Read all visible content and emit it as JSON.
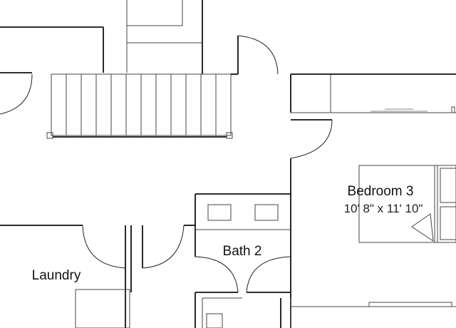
{
  "rooms": {
    "bedroom3": {
      "name": "Bedroom 3",
      "dimensions": "10' 8\" x 11' 10\""
    },
    "bath2": {
      "name": "Bath 2"
    },
    "laundry": {
      "name": "Laundry"
    }
  },
  "colors": {
    "line": "#111111",
    "background": "#ffffff"
  }
}
